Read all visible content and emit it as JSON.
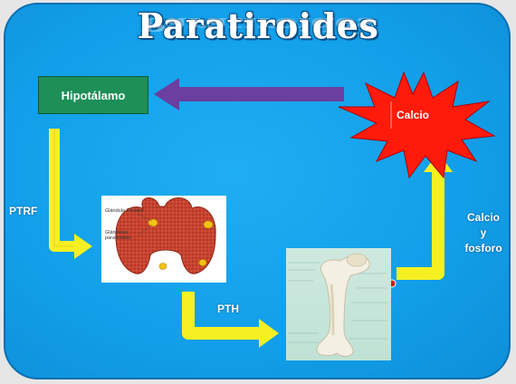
{
  "slide": {
    "title": "Paratiroides",
    "background_color": "#12a0ea"
  },
  "nodes": {
    "hipotalamo": {
      "label": "Hipotálamo",
      "color": "#1d8f57"
    },
    "calcio": {
      "label": "Calcio",
      "color": "#ff0000"
    },
    "thyroid_image": {
      "label_glandula_tiroides": "Glándula Tiroides",
      "label_glandulas_paratiroides": "Glándulas paratiroides"
    },
    "bone_image": {
      "icon": "femur-bone-illustration"
    }
  },
  "edges": {
    "ptrf": {
      "label": "PTRF",
      "color": "#f6f022"
    },
    "pth": {
      "label": "PTH",
      "color": "#f6f022"
    },
    "calcio_y_fosforo": {
      "line1": "Calcio",
      "line2": "y",
      "line3": "fosforo",
      "color": "#f6f022"
    },
    "calcio_to_hipotalamo": {
      "color": "#6a3fa0"
    }
  }
}
